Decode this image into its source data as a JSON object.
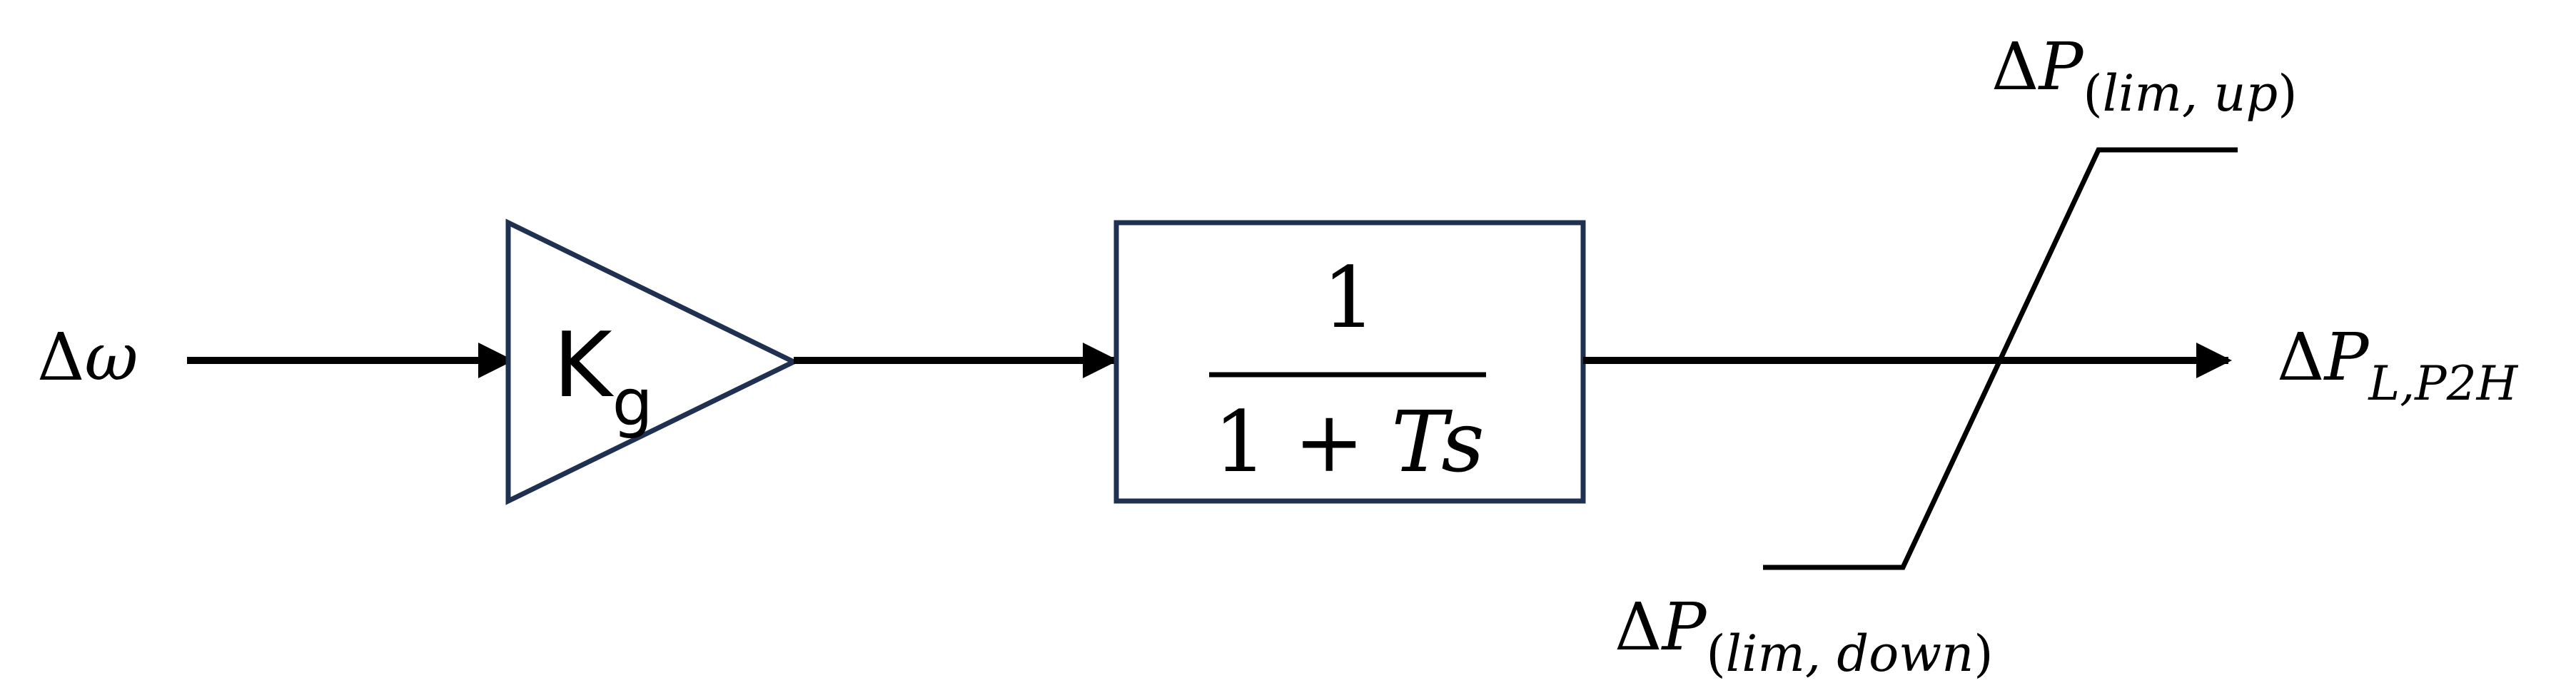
{
  "input": {
    "delta": "Δ",
    "symbol": "ω"
  },
  "gain": {
    "main": "K",
    "sub": "g"
  },
  "transfer_function": {
    "numerator": "1",
    "denominator_const": "1 + ",
    "denominator_var": "Ts"
  },
  "limiter": {
    "upper": {
      "delta": "Δ",
      "symbol": "P",
      "sub_open": "(",
      "sub_var": "lim, up",
      "sub_close": ")"
    },
    "lower": {
      "delta": "Δ",
      "symbol": "P",
      "sub_open": "(",
      "sub_var": "lim, down",
      "sub_close": ")"
    }
  },
  "output": {
    "delta": "Δ",
    "symbol": "P",
    "sub": "L,P2H"
  },
  "colors": {
    "block_border": "#1f3050",
    "line": "#000000",
    "text": "#000000"
  }
}
